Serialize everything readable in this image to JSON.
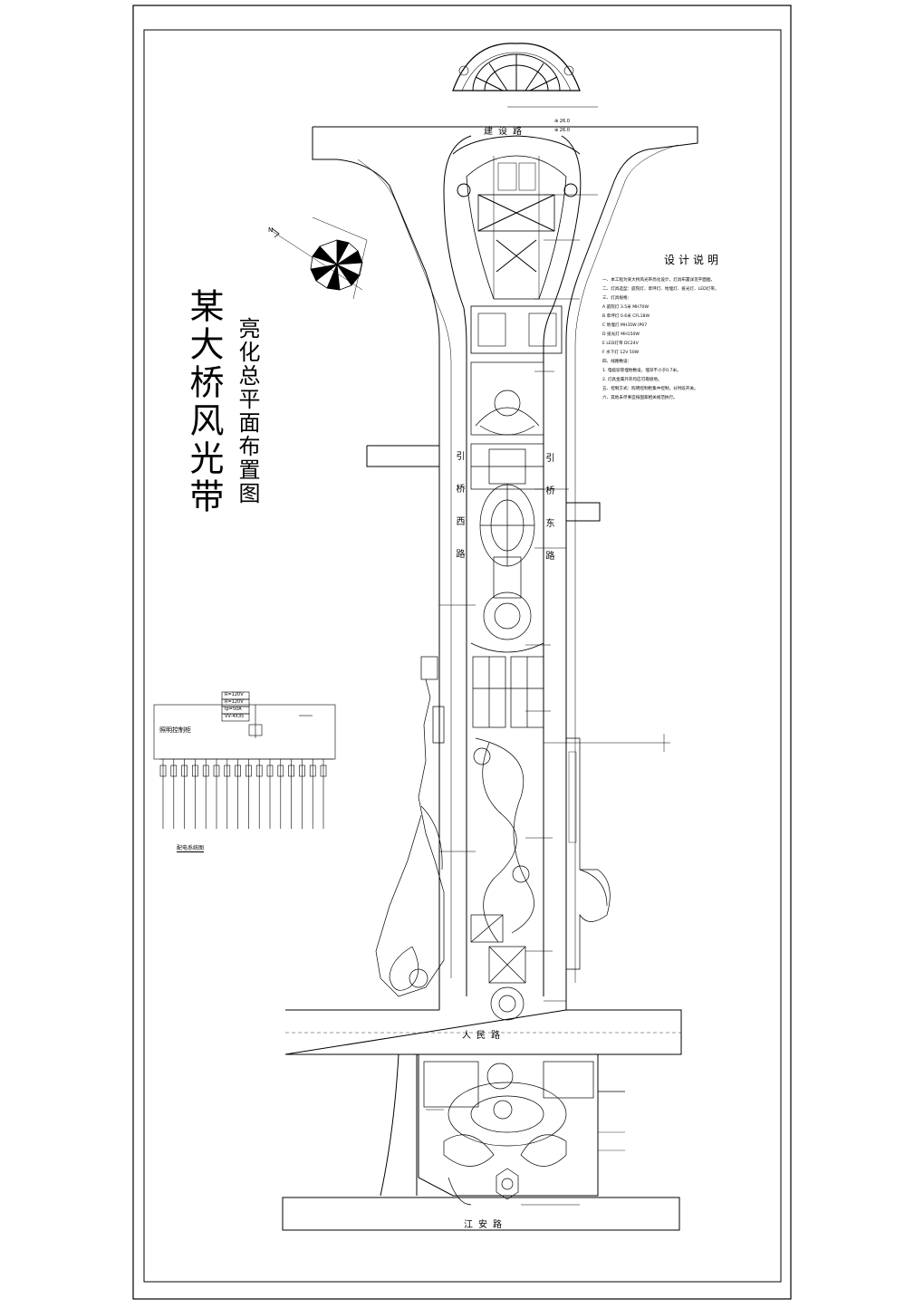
{
  "title": {
    "main": "某大桥风光带",
    "sub": "亮化总平面布置图"
  },
  "roads": {
    "top": "建设路",
    "middle": "人民路",
    "bottom": "江安路",
    "west_vertical": "引桥西路",
    "east_vertical": "引桥东路"
  },
  "design_notes": {
    "title": "设计说明",
    "lines": [
      "一、本工程为某大桥风光带亮化设计，灯具布置详见平面图。",
      "二、灯具选型：庭院灯、草坪灯、地埋灯、投光灯、LED灯带。",
      "三、灯具规格：",
      "  A  庭院灯  3.5米  MH70W",
      "  B  草坪灯  0.6米  CFL18W",
      "  C  地埋灯  MH35W  IP67",
      "  D  投光灯  MH150W",
      "  E  LED灯带  DC24V",
      "  F  水下灯  12V  50W",
      "四、线路敷设：",
      "  1. 电缆穿管埋地敷设，埋深不小于0.7米。",
      "  2. 灯具金属外壳均应可靠接地。",
      "五、控制方式：照明控制柜集中控制，分时段开关。",
      "六、其他未尽事宜按国家相关规范执行。"
    ]
  },
  "system_diagram": {
    "title": "照明控制柜",
    "caption": "配电系统图",
    "supply_boxes": [
      "R=120V",
      "R=120V",
      "Ip=50A",
      "VV-4X35"
    ],
    "circuit_count": 16
  },
  "north_arrow": "N",
  "colors": {
    "line": "#000000",
    "background": "#ffffff"
  }
}
